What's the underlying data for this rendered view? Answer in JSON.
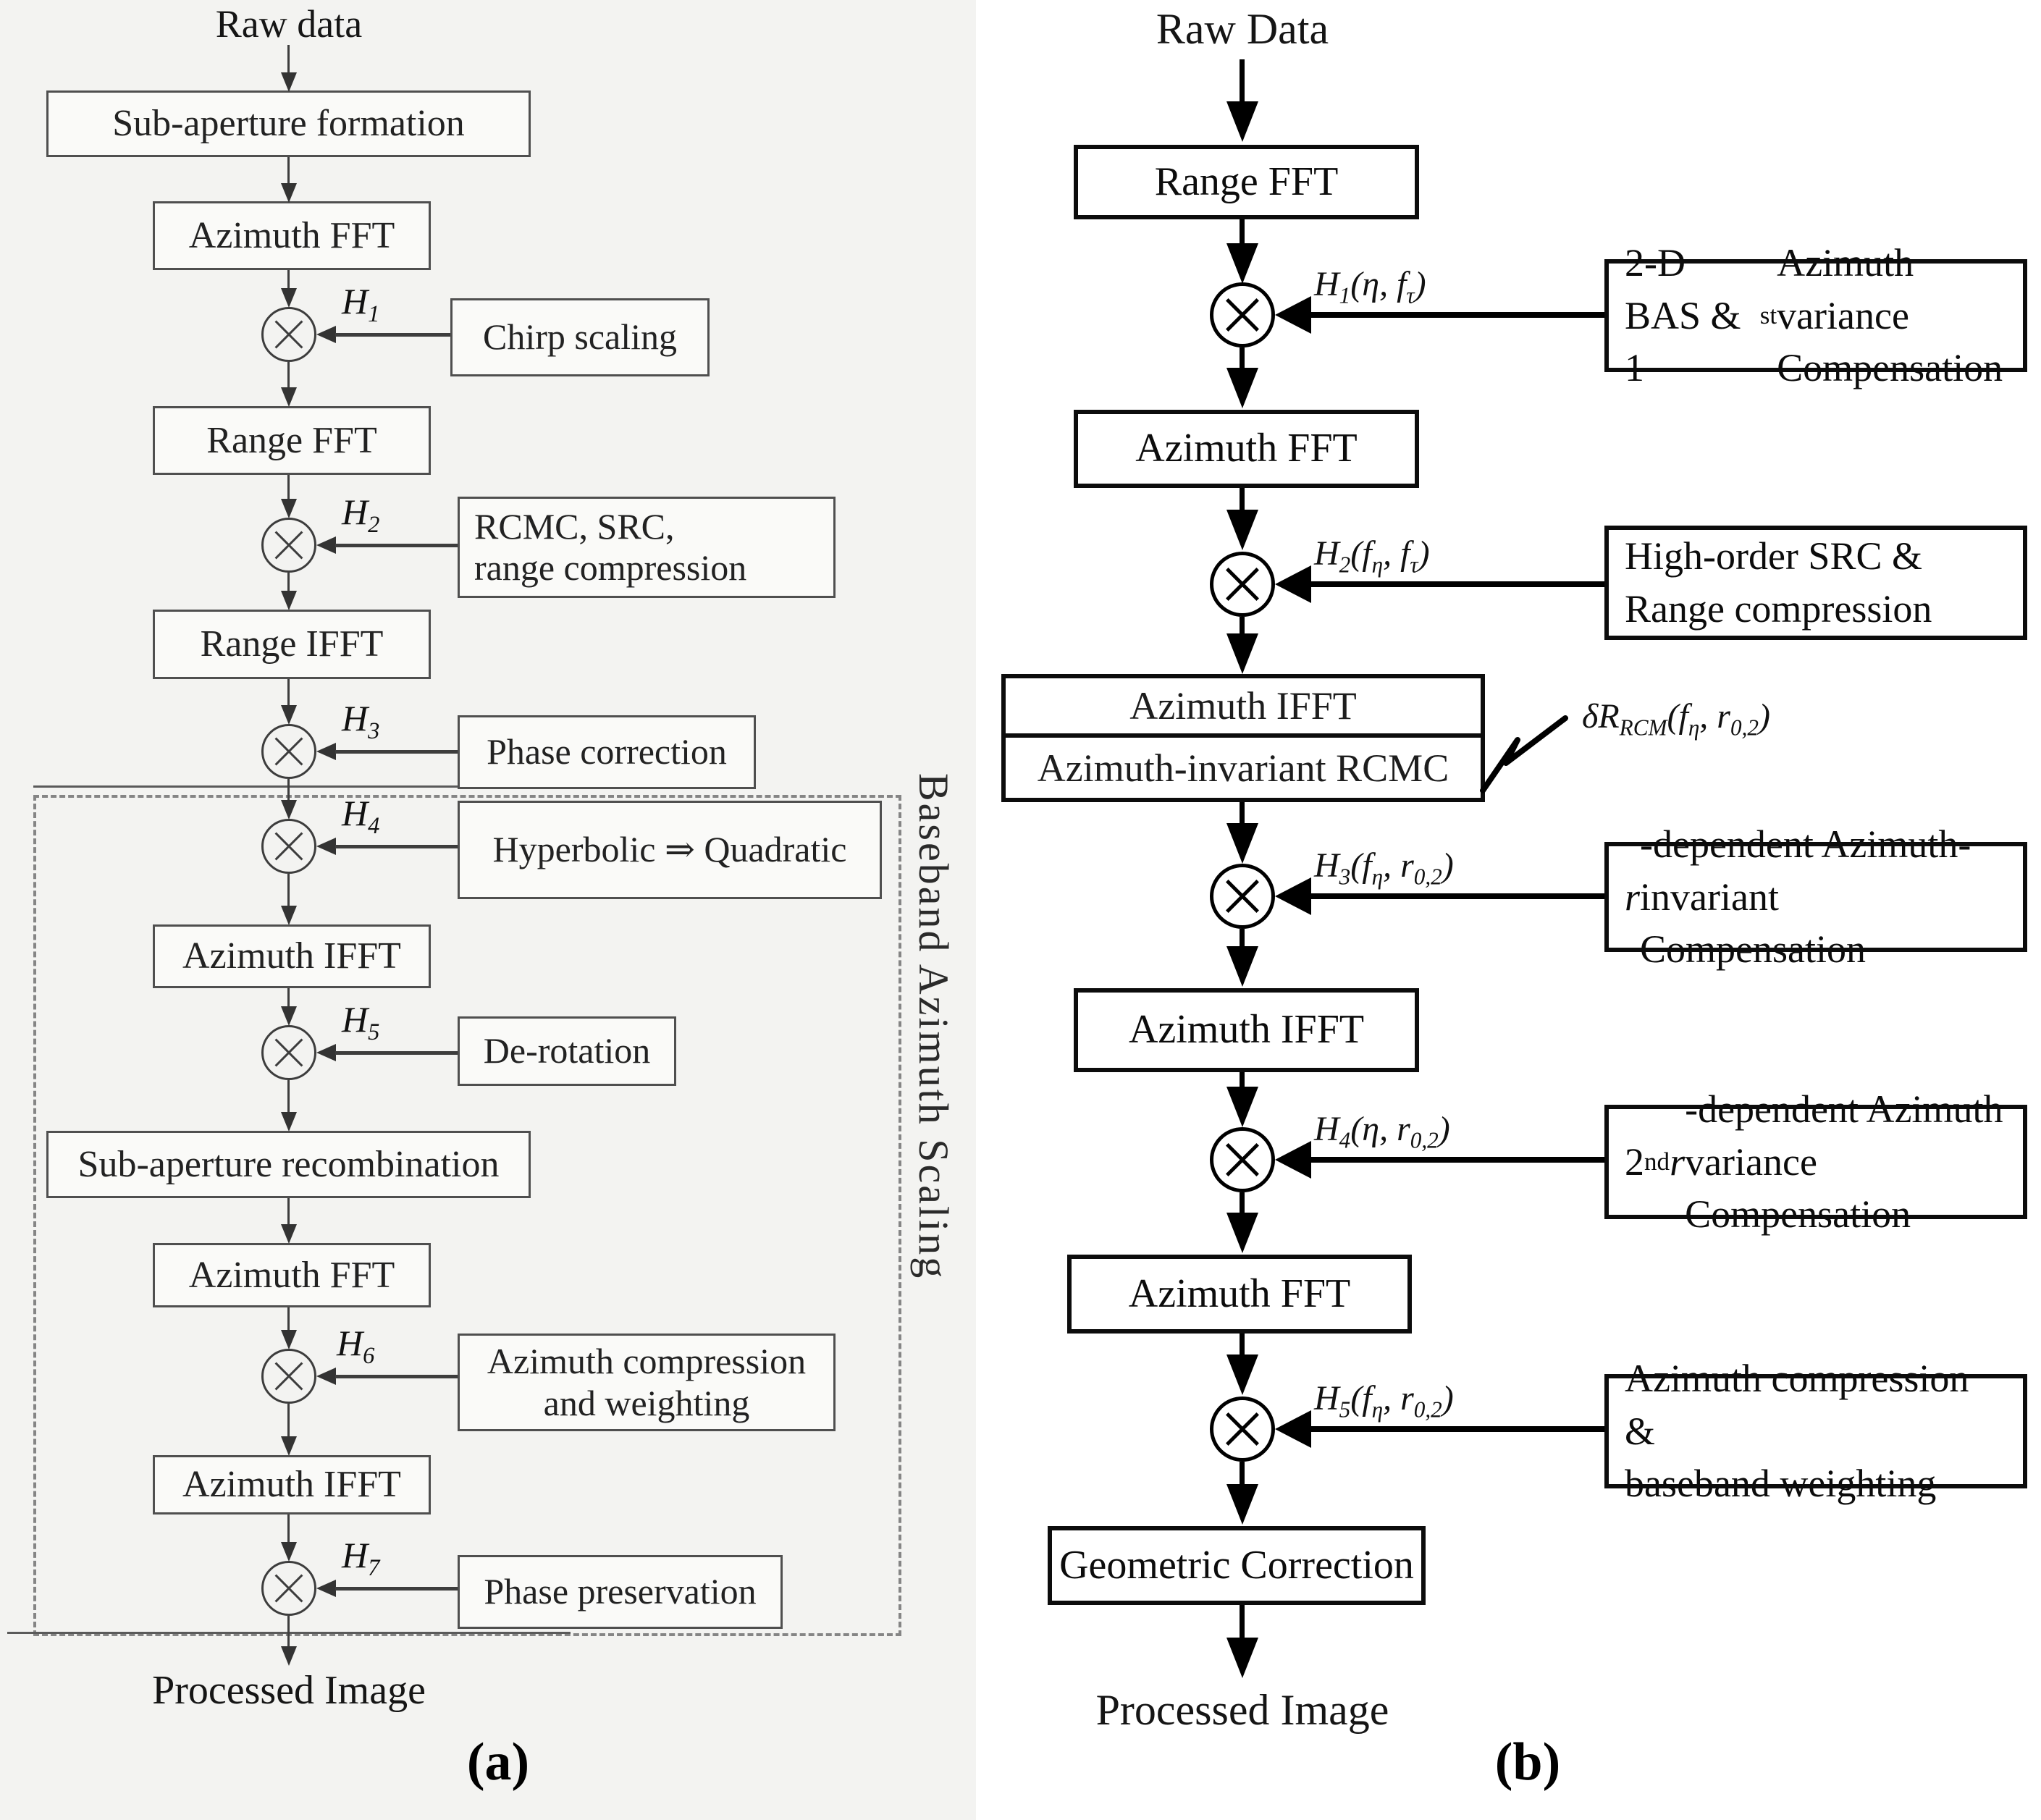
{
  "figure": {
    "caption_a": "(a)",
    "caption_b": "(b)"
  },
  "a": {
    "raw_data": "Raw data",
    "sub_aperture_formation": "Sub-aperture formation",
    "azimuth_fft_1": "Azimuth FFT",
    "range_fft": "Range FFT",
    "range_ifft": "Range IFFT",
    "azimuth_ifft_1": "Azimuth IFFT",
    "sub_aperture_recombination": "Sub-aperture recombination",
    "azimuth_fft_2": "Azimuth FFT",
    "azimuth_ifft_2": "Azimuth IFFT",
    "processed_image": "Processed Image",
    "region_label": "Baseband Azimuth Scaling",
    "h": {
      "h1": "H_{1}",
      "h2": "H_{2}",
      "h3": "H_{3}",
      "h4": "H_{4}",
      "h5": "H_{5}",
      "h6": "H_{6}",
      "h7": "H_{7}"
    },
    "side": {
      "chirp": "Chirp scaling",
      "rcmc": "RCMC, SRC,\nrange compression",
      "phase_correction": "Phase correction",
      "hyperbolic": "Hyperbolic ⇒ Quadratic",
      "derotation": "De-rotation",
      "az_comp": "Azimuth compression\nand weighting",
      "phase_preservation": "Phase preservation"
    }
  },
  "b": {
    "raw_data": "Raw Data",
    "range_fft": "Range FFT",
    "azimuth_fft_1": "Azimuth FFT",
    "ifft_rcmc_line1": "Azimuth IFFT",
    "ifft_rcmc_line2": "Azimuth-invariant RCMC",
    "azimuth_ifft": "Azimuth IFFT",
    "azimuth_fft_2": "Azimuth FFT",
    "geometric_correction": "Geometric Correction",
    "processed_image": "Processed Image",
    "delta": "δR_{RCM}(f_{η}, r_{0,2})",
    "h": {
      "h1": "H_{1}(η, f_{τ})",
      "h2": "H_{2}(f_{η}, f_{τ})",
      "h3": "H_{3}(f_{η}, r_{0,2})",
      "h4": "H_{4}(η, r_{0,2})",
      "h5": "H_{5}(f_{η}, r_{0,2})"
    },
    "side": {
      "box1": "2-D BAS & 1^{st} Azimuth\nvariance Compensation",
      "box2": "High-order SRC &\nRange compression",
      "box3": "⟨r⟩-dependent Azimuth-\ninvariant  Compensation",
      "box4": "2^{nd} ⟨r⟩-dependent Azimuth\nvariance Compensation",
      "box5": "Azimuth compression &\nbaseband weighting"
    }
  }
}
